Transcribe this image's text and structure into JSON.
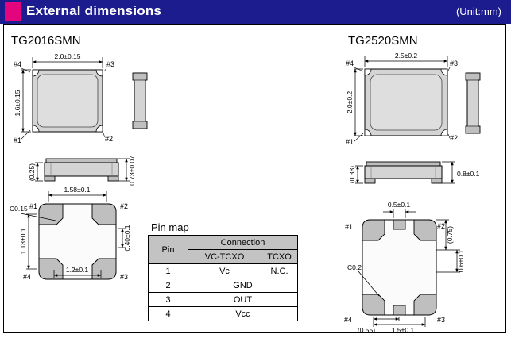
{
  "colors": {
    "header_bg": "#1c1c8e",
    "accent_pink": "#e4047e",
    "table_header_bg": "#c3c3c3",
    "drawing_fill": "#d4d4d4"
  },
  "header": {
    "title": "External dimensions",
    "unit": "(Unit:mm)"
  },
  "tg2016": {
    "model": "TG2016SMN",
    "top": {
      "width": "2.0±0.15",
      "height": "1.6±0.15",
      "pin_tl": "#4",
      "pin_tr": "#3",
      "pin_bl": "#1",
      "pin_br": "#2"
    },
    "side": {
      "left": "(0.25)",
      "right": "0.73±0.07"
    },
    "bottom": {
      "width": "1.58±0.1",
      "chamfer": "C0.15",
      "height": "1.18±0.1",
      "pad": "0.40±0.1",
      "pitch": "1.2±0.1",
      "pin_tl": "#1",
      "pin_tr": "#2",
      "pin_bl": "#4",
      "pin_br": "#3"
    }
  },
  "tg2520": {
    "model": "TG2520SMN",
    "top": {
      "width": "2.5±0.2",
      "height": "2.0±0.2",
      "pin_tl": "#4",
      "pin_tr": "#3",
      "pin_bl": "#1",
      "pin_br": "#2"
    },
    "side": {
      "left": "(0.38)",
      "right": "0.8±0.1"
    },
    "bottom": {
      "pad_width": "0.5±0.1",
      "ref_height": "(0.75)",
      "pad_height": "0.6±0.1",
      "chamfer": "C0.2",
      "ref_offset": "(0.55)",
      "pitch": "1.5±0.1",
      "pin_tl": "#1",
      "pin_tr": "#2",
      "pin_bl": "#4",
      "pin_br": "#3"
    }
  },
  "pin_map": {
    "title": "Pin map",
    "header": {
      "pin": "Pin",
      "connection": "Connection",
      "vc_tcxo": "VC-TCXO",
      "tcxo": "TCXO"
    },
    "rows": [
      {
        "pin": "1",
        "vc": "Vc",
        "tcxo": "N.C."
      },
      {
        "pin": "2",
        "all": "GND"
      },
      {
        "pin": "3",
        "all": "OUT"
      },
      {
        "pin": "4",
        "all": "Vcc"
      }
    ]
  }
}
